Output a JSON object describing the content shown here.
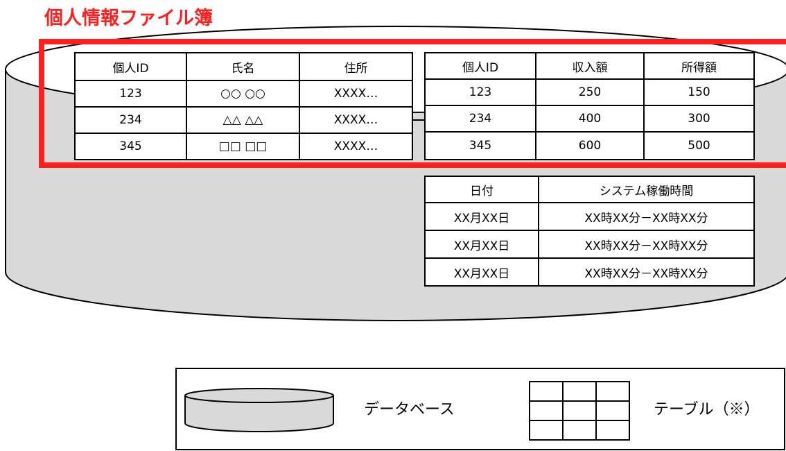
{
  "title": "個人情報ファイル簿",
  "colors": {
    "title": "#ff1f1f",
    "highlight_frame": "#ff1f1f",
    "database_fill": "#d9d9d9",
    "stroke": "#000000"
  },
  "table_personal": {
    "headers": [
      "個人ID",
      "氏名",
      "住所"
    ],
    "rows": [
      [
        "123",
        "○○ ○○",
        "XXXX…"
      ],
      [
        "234",
        "△△ △△",
        "XXXX…"
      ],
      [
        "345",
        "□□ □□",
        "XXXX…"
      ]
    ]
  },
  "table_income": {
    "headers": [
      "個人ID",
      "収入額",
      "所得額"
    ],
    "rows": [
      [
        "123",
        "250",
        "150"
      ],
      [
        "234",
        "400",
        "300"
      ],
      [
        "345",
        "600",
        "500"
      ]
    ]
  },
  "table_system": {
    "headers": [
      "日付",
      "システム稼働時間"
    ],
    "rows": [
      [
        "XX月XX日",
        "XX時XX分－XX時XX分"
      ],
      [
        "XX月XX日",
        "XX時XX分－XX時XX分"
      ],
      [
        "XX月XX日",
        "XX時XX分－XX時XX分"
      ]
    ]
  },
  "legend": {
    "database_label": "データベース",
    "database_icon": "cylinder-icon",
    "table_label": "テーブル（※）",
    "table_icon": "grid-icon"
  }
}
